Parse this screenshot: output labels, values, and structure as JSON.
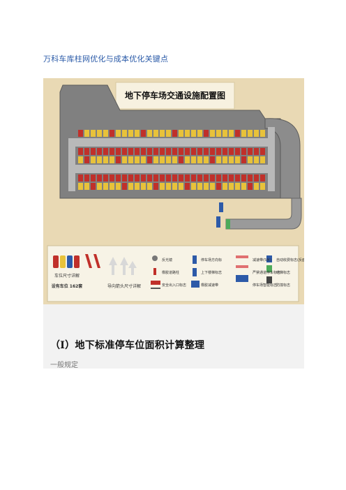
{
  "document": {
    "title": "万科车库柱网优化与成本优化关键点"
  },
  "plan": {
    "title": "地下停车场交通设施配置图",
    "bottom_labels": [
      "车位尺寸详解",
      "设有车位 162套",
      "导向箭头尺寸详解"
    ],
    "legend": [
      "反光镜",
      "停车场方向标",
      "减速带(5米)",
      "自动收费标志(反面)",
      "橡胶道路柱",
      "上下楼梯标志",
      "严禁通道停车标志",
      "电梯标志",
      "安全出入口标志",
      "橡胶减速带",
      "停车场智能标志",
      "防撞标志"
    ],
    "colors": {
      "background": "#e9d9b4",
      "building": "#7f7f7f",
      "aisle": "#b9b9b9",
      "parking_red": "#c0302a",
      "parking_yellow": "#e8c23a",
      "ramp": "#999999"
    }
  },
  "section": {
    "heading": "（I）地下标准停车位面积计算整理",
    "subheading": "一般规定"
  }
}
